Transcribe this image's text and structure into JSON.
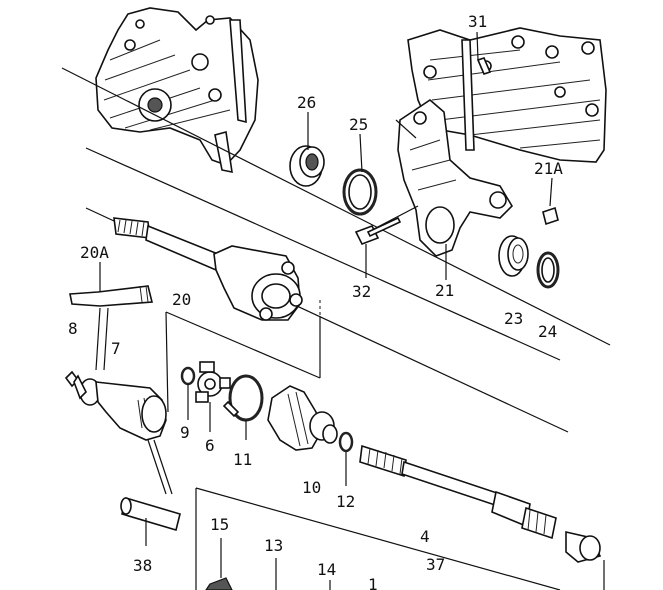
{
  "diagram": {
    "callouts": {
      "c31": "31",
      "c26": "26",
      "c25": "25",
      "c21A": "21A",
      "c20A": "20A",
      "c20": "20",
      "c32": "32",
      "c21": "21",
      "c23": "23",
      "c24": "24",
      "c8": "8",
      "c7": "7",
      "c9": "9",
      "c6": "6",
      "c11": "11",
      "c10": "10",
      "c12": "12",
      "c4": "4",
      "c38": "38",
      "c15": "15",
      "c13": "13",
      "c37": "37",
      "c14": "14",
      "c1": "1"
    }
  }
}
